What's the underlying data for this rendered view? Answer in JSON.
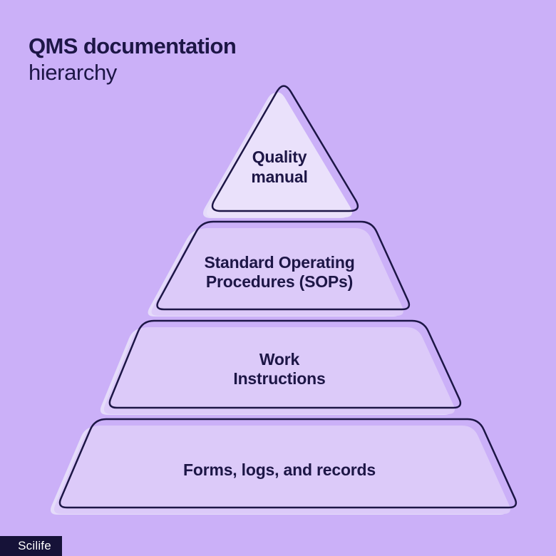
{
  "title": {
    "line1": "QMS documentation",
    "line2": "hierarchy"
  },
  "pyramid": {
    "levels": [
      {
        "name": "quality-manual",
        "lines": [
          "Quality",
          "manual"
        ]
      },
      {
        "name": "sops",
        "lines": [
          "Standard Operating",
          "Procedures (SOPs)"
        ]
      },
      {
        "name": "work-instructions",
        "lines": [
          "Work",
          "Instructions"
        ]
      },
      {
        "name": "forms-logs-records",
        "lines": [
          "Forms, logs, and records"
        ]
      }
    ]
  },
  "footer": {
    "brand": "Scilife"
  },
  "colors": {
    "background": "#cbb0f8",
    "ink": "#1d1646",
    "level_fill": "#dccaf9",
    "top_fill": "#eae1fb",
    "shadow_fill": "#e5dcfa",
    "logo_bg": "#161238",
    "logo_text": "#ffffff"
  }
}
